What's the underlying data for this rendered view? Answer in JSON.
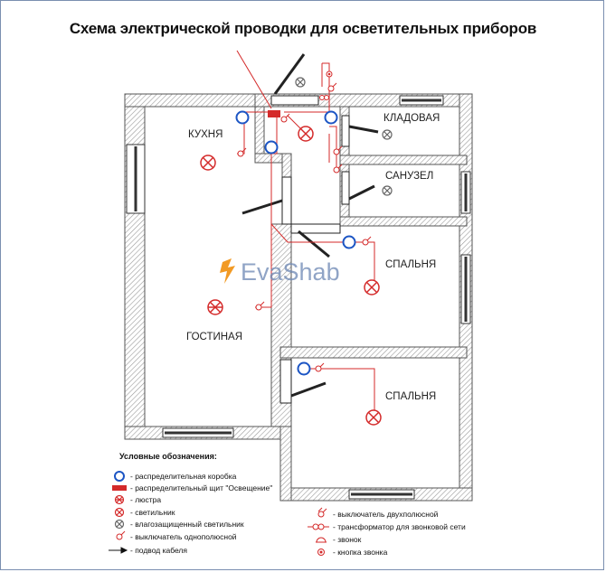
{
  "title": "Схема электрической проводки для осветительных приборов",
  "rooms": {
    "kitchen": "КУХНЯ",
    "pantry": "КЛАДОВАЯ",
    "bathroom": "САНУЗЕЛ",
    "bedroom_1": "СПАЛЬНЯ",
    "living": "ГОСТИНАЯ",
    "bedroom_2": "СПАЛЬНЯ"
  },
  "watermark": "EvaShab",
  "legend": {
    "title": "Условные обозначения:",
    "left": [
      {
        "icon": "junction-box-icon",
        "label": "- распределительная коробка"
      },
      {
        "icon": "distribution-panel-icon",
        "label": "- распределительный щит \"Освещение\""
      },
      {
        "icon": "chandelier-icon",
        "label": "- люстра"
      },
      {
        "icon": "lamp-icon",
        "label": "- светильник"
      },
      {
        "icon": "moisture-proof-lamp-icon",
        "label": "- влагозащищенный светильник"
      },
      {
        "icon": "single-pole-switch-icon",
        "label": "- выключатель однополюсной"
      },
      {
        "icon": "cable-entry-arrow-icon",
        "label": "- подвод кабеля"
      }
    ],
    "right": [
      {
        "icon": "double-pole-switch-icon",
        "label": "- выключатель двухполюсной"
      },
      {
        "icon": "bell-transformer-icon",
        "label": "- трансформатор для звонковой сети"
      },
      {
        "icon": "bell-icon",
        "label": "- звонок"
      },
      {
        "icon": "bell-button-icon",
        "label": "- кнопка звонка"
      }
    ]
  },
  "colors": {
    "wiring": "#d42a2a",
    "junction_box": "#1c55c4",
    "walls": "#555555",
    "hatch": "#9a9a9a",
    "moisture_lamp": "#666666"
  }
}
